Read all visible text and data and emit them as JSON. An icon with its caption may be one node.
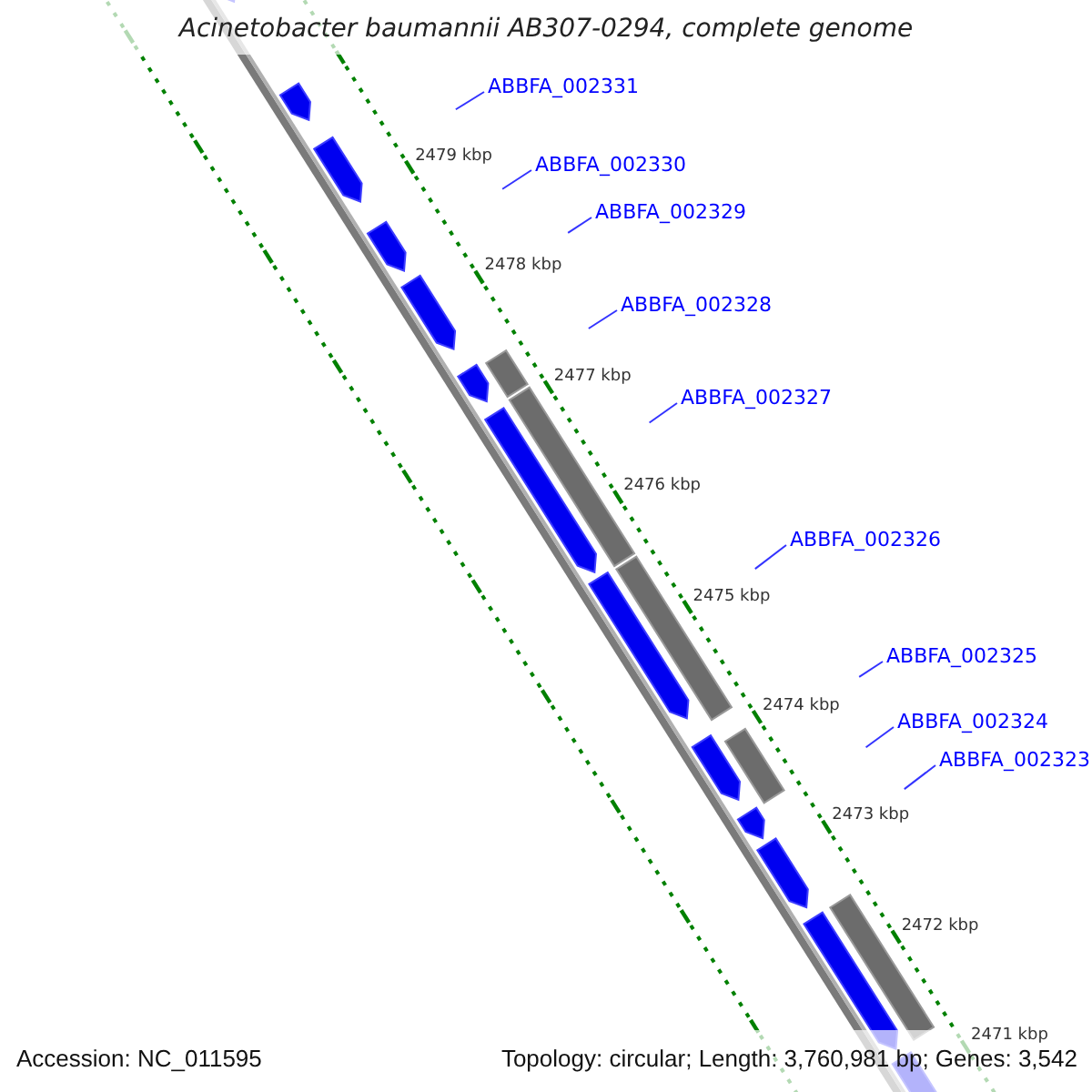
{
  "diagram": {
    "title": "Acinetobacter baumannii AB307-0294, complete genome",
    "nodes": [
      {
        "text": [
          "ABBFA_002331"
        ]
      },
      {
        "text": [
          "ABBFA_002330"
        ]
      },
      {
        "text": [
          "ABBFA_002329"
        ]
      },
      {
        "text": [
          "ABBFA_002328"
        ]
      },
      {
        "text": [
          "ABBFA_002327"
        ]
      },
      {
        "text": [
          "ABBFA_002326"
        ]
      },
      {
        "text": [
          "ABBFA_002325"
        ]
      },
      {
        "text": [
          "ABBFA_002324"
        ]
      },
      {
        "text": [
          "ABBFA_002323"
        ]
      }
    ],
    "edges": [
      {
        "from": 0,
        "to": null,
        "arrow": "none"
      },
      {
        "from": 1,
        "to": null,
        "arrow": "none"
      },
      {
        "from": 2,
        "to": null,
        "arrow": "none"
      },
      {
        "from": 3,
        "to": null,
        "arrow": "none"
      },
      {
        "from": 4,
        "to": null,
        "arrow": "none"
      },
      {
        "from": 5,
        "to": null,
        "arrow": "none"
      },
      {
        "from": 6,
        "to": null,
        "arrow": "none"
      },
      {
        "from": 7,
        "to": null,
        "arrow": "none"
      },
      {
        "from": 8,
        "to": null,
        "arrow": "none"
      }
    ],
    "labels": [
      "2479 kbp",
      "2478 kbp",
      "2477 kbp",
      "2476 kbp",
      "2475 kbp",
      "2474 kbp",
      "2473 kbp",
      "2472 kbp",
      "2471 kbp",
      "Accession: NC_011595",
      "Topology: circular; Length: 3,760,981 bp; Genes: 3,542"
    ]
  }
}
